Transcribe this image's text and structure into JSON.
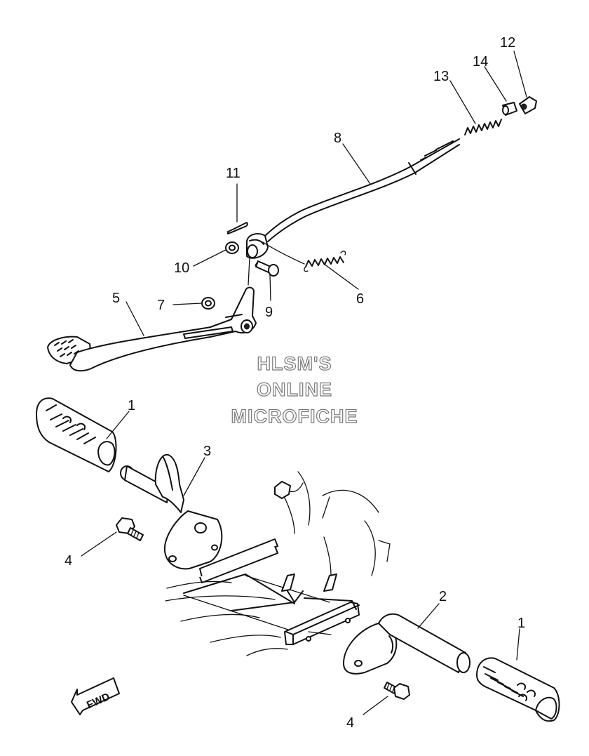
{
  "diagram": {
    "callouts": [
      {
        "id": "c12",
        "text": "12"
      },
      {
        "id": "c14",
        "text": "14"
      },
      {
        "id": "c13",
        "text": "13"
      },
      {
        "id": "c8",
        "text": "8"
      },
      {
        "id": "c11",
        "text": "11"
      },
      {
        "id": "c10",
        "text": "10"
      },
      {
        "id": "c9",
        "text": "9"
      },
      {
        "id": "c6",
        "text": "6"
      },
      {
        "id": "c7",
        "text": "7"
      },
      {
        "id": "c5",
        "text": "5"
      },
      {
        "id": "c1a",
        "text": "1"
      },
      {
        "id": "c3",
        "text": "3"
      },
      {
        "id": "c4a",
        "text": "4"
      },
      {
        "id": "c2",
        "text": "2"
      },
      {
        "id": "c1b",
        "text": "1"
      },
      {
        "id": "c4b",
        "text": "4"
      }
    ],
    "watermark": [
      "HLSM'S",
      "ONLINE",
      "MICROFICHE"
    ],
    "direction_label": "FWD"
  }
}
